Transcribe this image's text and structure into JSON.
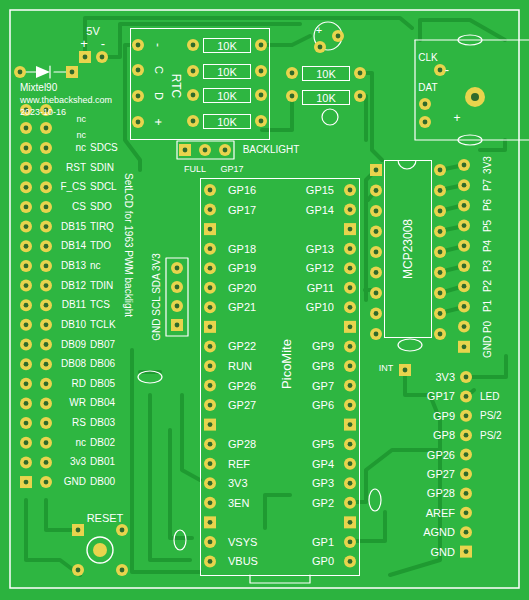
{
  "diagram": {
    "nodes": [
      {
        "text": [
          "RTC"
        ]
      },
      {
        "text": [
          "10K"
        ],
        "in": 0
      },
      {
        "text": [
          "10K"
        ],
        "in": 0
      },
      {
        "text": [
          "10K"
        ],
        "in": 0
      },
      {
        "text": [
          "10K"
        ],
        "in": 0
      },
      {
        "text": [
          "10K"
        ]
      },
      {
        "text": [
          "10K"
        ]
      },
      {
        "text": [
          "MCP23008"
        ]
      },
      {
        "text": [
          "PicoMite"
        ]
      }
    ],
    "labels": [
      "5V",
      "+",
      "-",
      "Mixtel90",
      "www.thebackshed.com",
      "2023-10-16",
      "-",
      "C",
      "D",
      "+",
      "+",
      "FULL",
      "GP17",
      "BACKLIGHT",
      "CLK",
      "DAT",
      "-",
      "+",
      "nc",
      "nc",
      "nc",
      "SDCS",
      "RST",
      "SDIN",
      "F_CS",
      "SDCL",
      "CS",
      "SDO",
      "DB15",
      "TIRQ",
      "DB14",
      "TDO",
      "DB13",
      "nc",
      "DB12",
      "TDIN",
      "DB11",
      "TCS",
      "DB10",
      "TCLK",
      "DB09",
      "DB07",
      "DB08",
      "DB06",
      "RD",
      "DB05",
      "WR",
      "DB04",
      "RS",
      "DB03",
      "nc",
      "DB02",
      "3v3",
      "DB01",
      "GND",
      "DB00",
      "SetLCD for 1963 PWM backlight",
      "GND SCL SDA 3V3",
      "GP16",
      "GP17",
      "GP18",
      "GP19",
      "GP20",
      "GP21",
      "GP22",
      "RUN",
      "GP26",
      "GP27",
      "GP28",
      "REF",
      "3V3",
      "3EN",
      "VSYS",
      "VBUS",
      "GP15",
      "GP14",
      "GP13",
      "GP12",
      "GP11",
      "GP10",
      "GP9",
      "GP8",
      "GP7",
      "GP6",
      "GP5",
      "GP4",
      "GP3",
      "GP2",
      "GP1",
      "GP0",
      "3V3",
      "P7",
      "P6",
      "P5",
      "P4",
      "P3",
      "P2",
      "P1",
      "P0",
      "GND",
      "INT",
      "3V3",
      "GP17",
      "GP9",
      "GP8",
      "GP26",
      "GP27",
      "GP28",
      "AREF",
      "AGND",
      "GND",
      "LED",
      "PS/2",
      "PS/2",
      "RESET"
    ]
  }
}
